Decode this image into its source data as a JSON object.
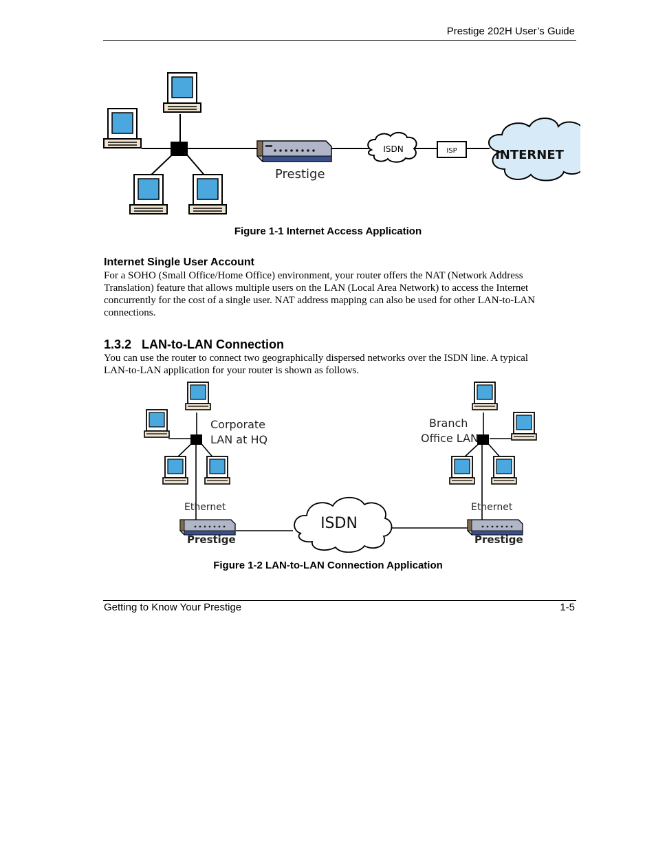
{
  "header": {
    "title": "Prestige 202H User’s Guide"
  },
  "figure1": {
    "caption": "Figure 1-1 Internet Access Application",
    "labels": {
      "router": "Prestige",
      "isdn": "ISDN",
      "isp": "ISP",
      "internet": "INTERNET"
    }
  },
  "section_single_user": {
    "heading": "Internet Single User Account",
    "lines": [
      "For a SOHO (Small Office/Home Office) environment, your router offers the NAT (Network Address",
      "Translation) feature that allows multiple users on the LAN (Local Area Network) to access the Internet",
      "concurrently for the cost of a single user. NAT address mapping can also be used for other LAN-to-LAN",
      "connections."
    ]
  },
  "section_lan": {
    "heading": "1.3.2   LAN-to-LAN Connection",
    "lines": [
      "You can use the router to connect two geographically dispersed networks over the ISDN line. A typical",
      "LAN-to-LAN application for your router is shown as follows."
    ]
  },
  "figure2": {
    "caption": "Figure 1-2 LAN-to-LAN Connection Application",
    "labels": {
      "left_lan_line1": "Corporate",
      "left_lan_line2": "LAN at HQ",
      "right_lan_line1": "Branch",
      "right_lan_line2": "Office LAN",
      "ethernet_left": "Ethernet",
      "ethernet_right": "Ethernet",
      "isdn": "ISDN",
      "router_left": "Prestige",
      "router_right": "Prestige"
    }
  },
  "footer": {
    "left": "Getting to Know Your Prestige",
    "right": "1-5"
  }
}
